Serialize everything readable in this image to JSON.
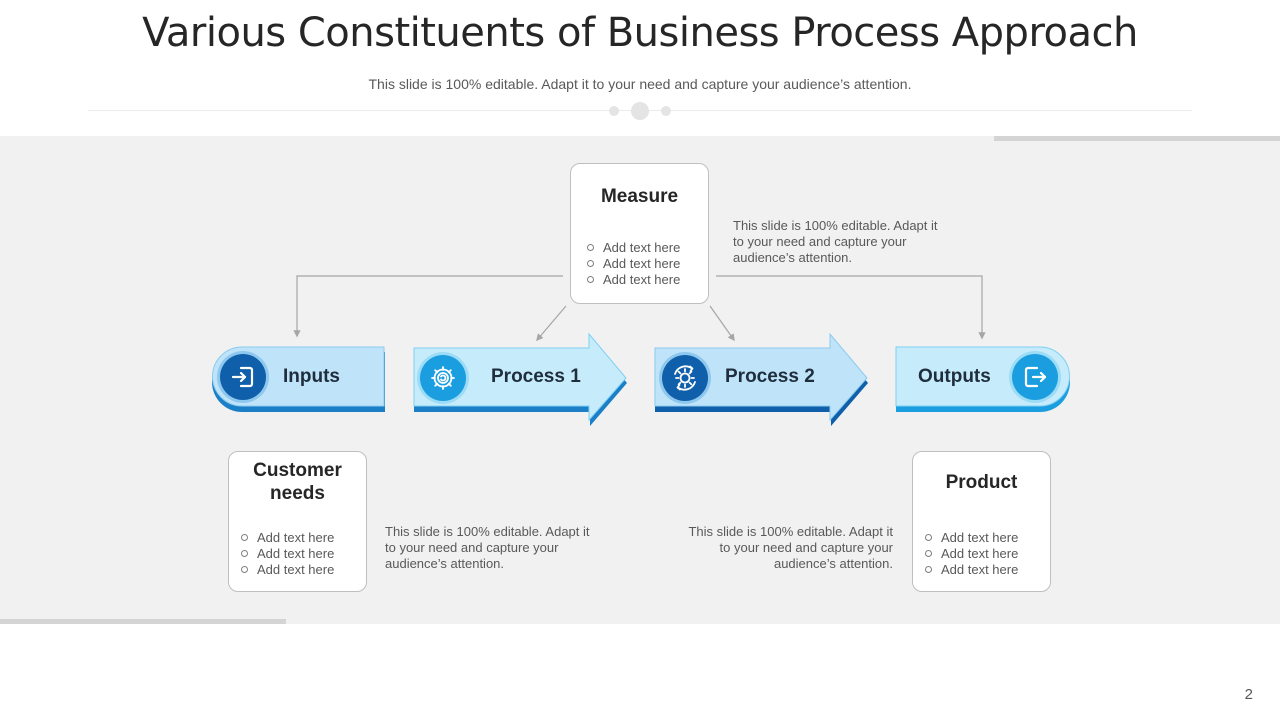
{
  "header": {
    "title": "Various Constituents of Business Process Approach",
    "subtitle": "This slide is 100% editable. Adapt it to your need and capture your audience’s attention."
  },
  "flow": {
    "inputs": "Inputs",
    "process1": "Process 1",
    "process2": "Process 2",
    "outputs": "Outputs"
  },
  "cards": {
    "measure": {
      "title": "Measure",
      "items": [
        "Add text here",
        "Add text here",
        "Add text here"
      ]
    },
    "customer": {
      "title": "Customer needs",
      "items": [
        "Add text here",
        "Add text here",
        "Add text here"
      ]
    },
    "product": {
      "title": "Product",
      "items": [
        "Add text here",
        "Add text here",
        "Add text here"
      ]
    }
  },
  "notes": {
    "top_right": "This slide is 100% editable. Adapt it to your need and capture your audience’s attention.",
    "bottom_left": "This slide is 100% editable. Adapt it to your need and capture your audience’s attention.",
    "bottom_right": "This slide is 100% editable. Adapt it to your need and capture your audience’s attention."
  },
  "icons": {
    "inputs": "login-icon",
    "process1": "gear-cycle-icon",
    "process2": "gear-cycle-icon",
    "outputs": "logout-icon"
  },
  "colors": {
    "light_blue": "#bfe3f8",
    "mid_blue": "#1b9ee0",
    "dark_blue": "#0f5faa",
    "panel_gray": "#f1f1f1"
  },
  "page_number": "2"
}
